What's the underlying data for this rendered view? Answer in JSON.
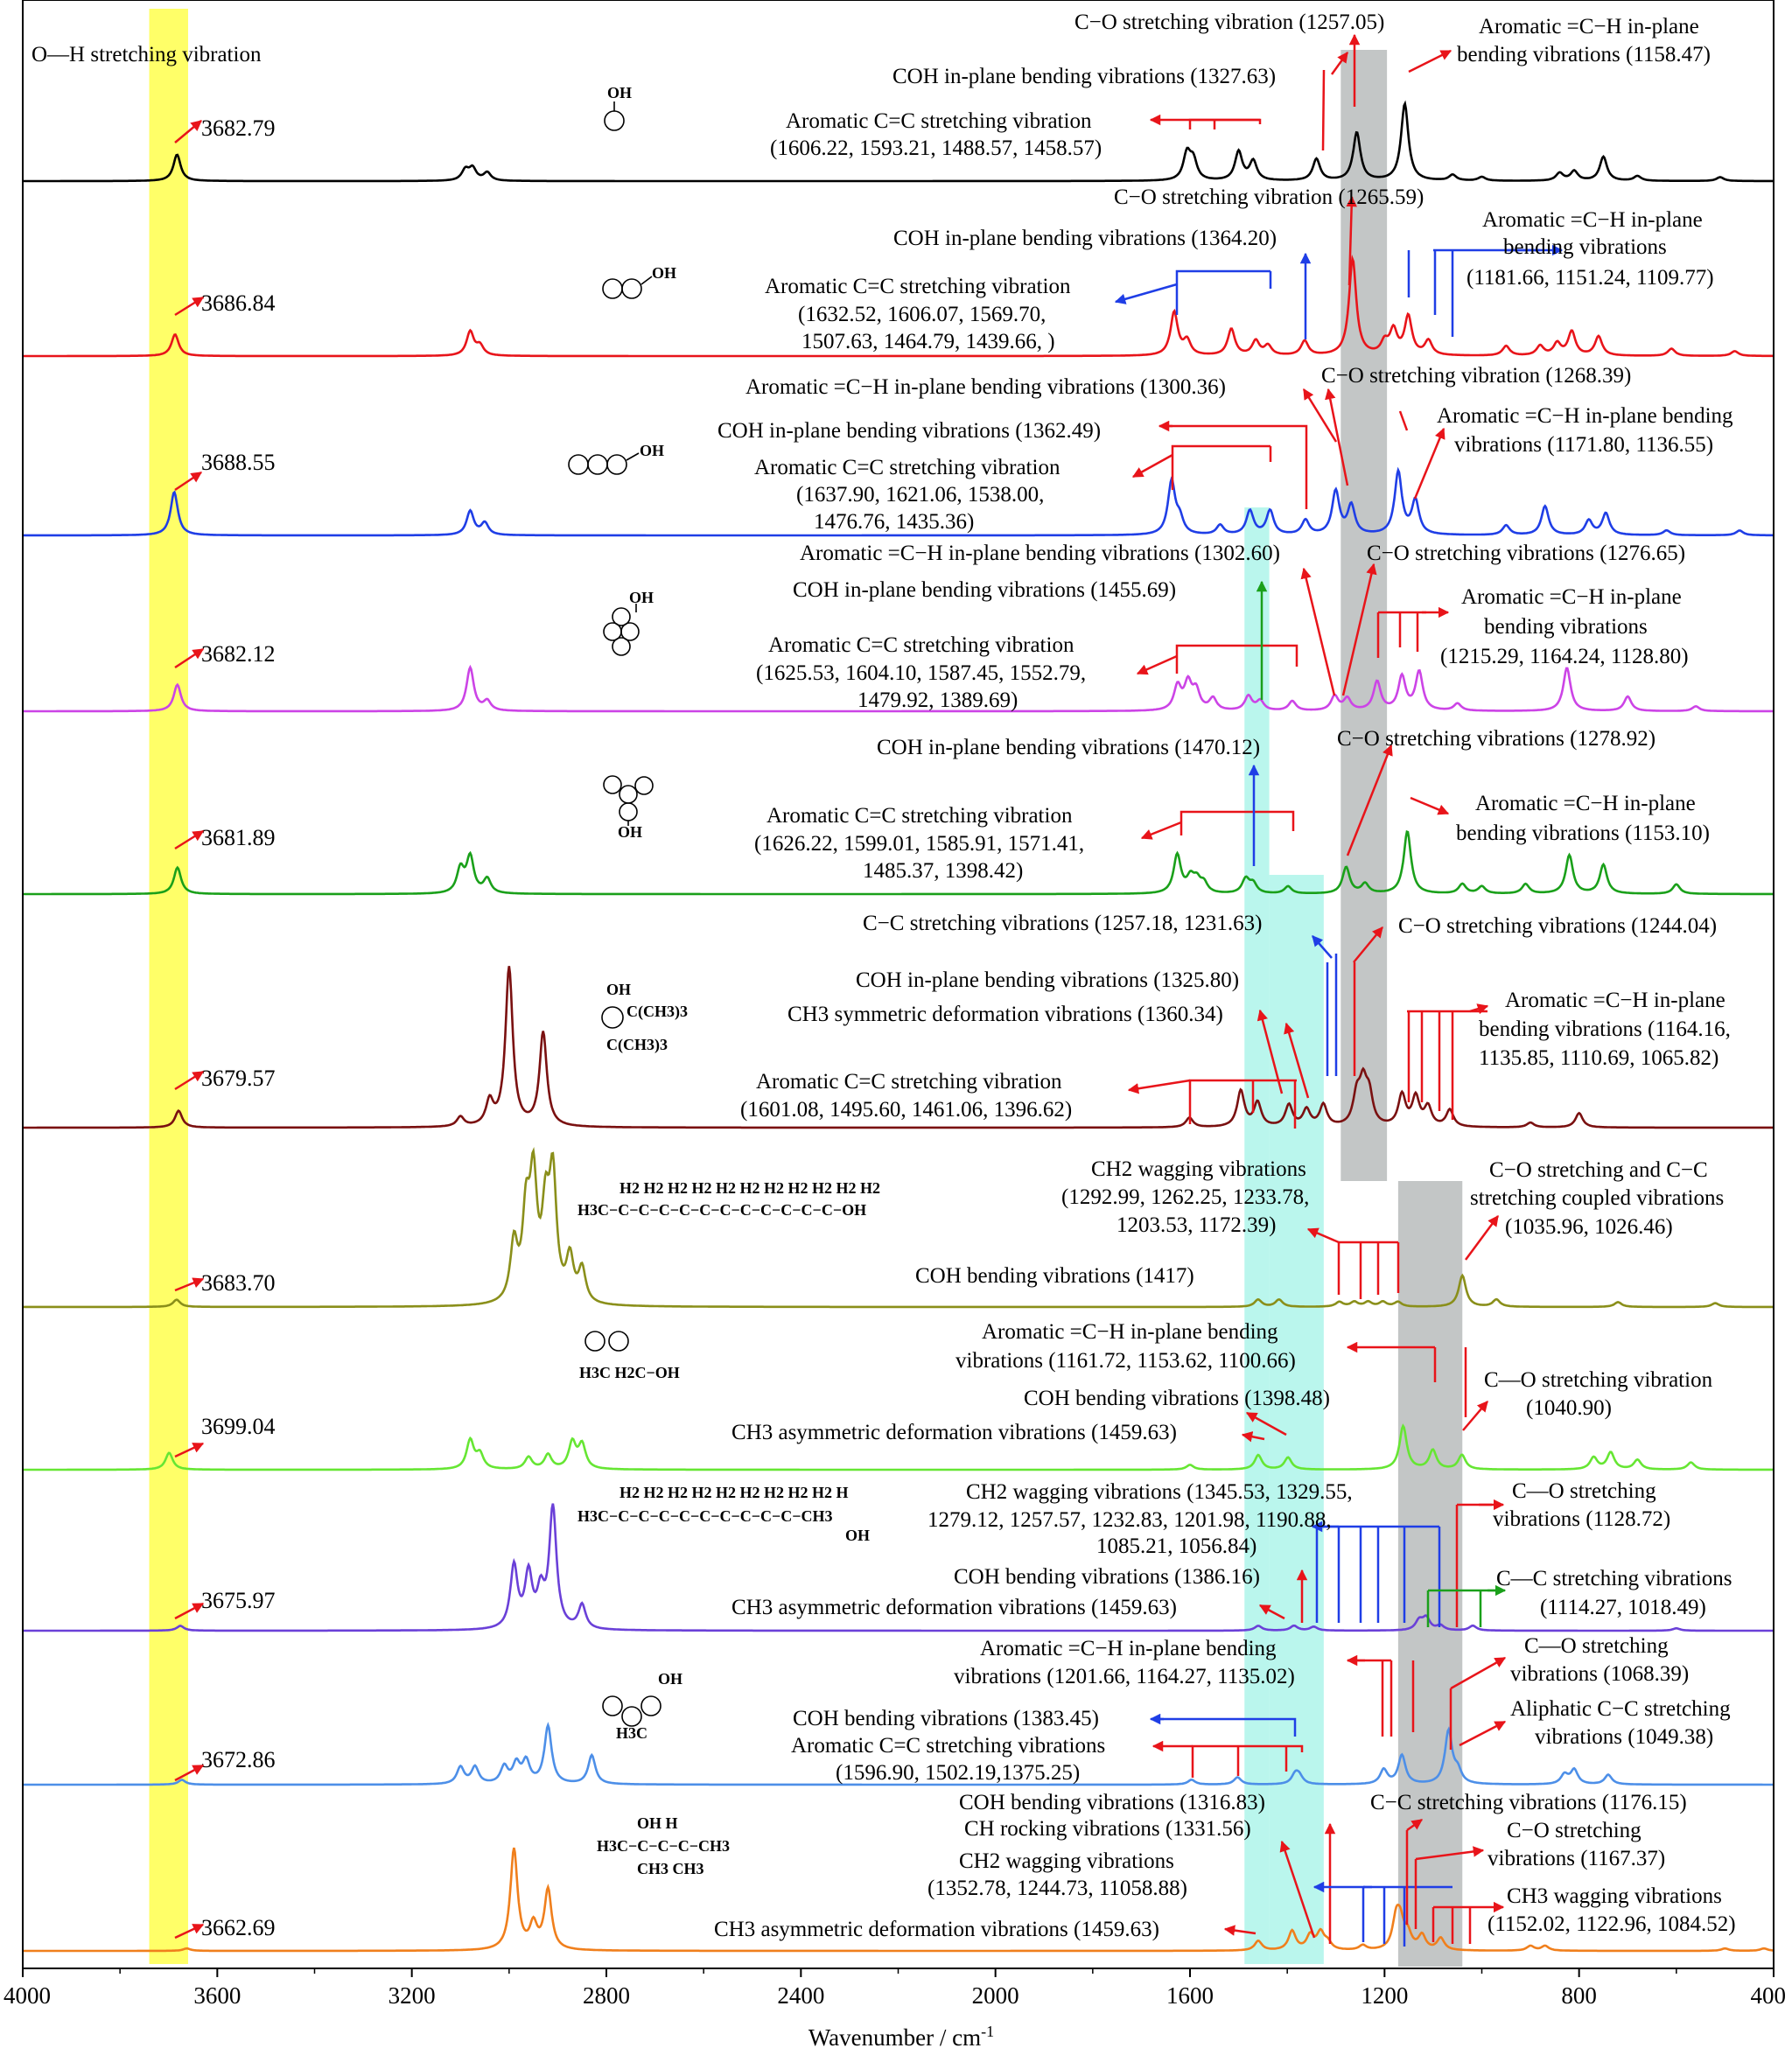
{
  "chart_data": {
    "type": "line",
    "xlabel": "Wavenumber / cm",
    "xlabel_sup": "-1",
    "xlim": [
      4000,
      400
    ],
    "x_reversed": true,
    "x_ticks": [
      4000,
      3600,
      3200,
      2800,
      2400,
      2000,
      1600,
      1200,
      800,
      400
    ],
    "highlight_bands": [
      {
        "from": 3740,
        "to": 3660,
        "color": "#ffff4d"
      },
      {
        "from": 1488,
        "to": 1437,
        "color": "#aef5ea",
        "stop_series": 9
      },
      {
        "from": 1437,
        "to": 1325,
        "color": "#aef5ea",
        "stop_series": 11
      },
      {
        "from": 1290,
        "to": 1195,
        "color": "#b8bcbc",
        "stop_series": 6
      },
      {
        "from": 1172,
        "to": 1040,
        "color": "#b8bcbc",
        "start_series": 6
      }
    ],
    "series": [
      {
        "color": "#000000",
        "peak_label": "3682.79",
        "molecule": "OH",
        "peaks": [
          [
            3682.79,
            0.55
          ],
          [
            3090,
            0.22
          ],
          [
            3075,
            0.25
          ],
          [
            3045,
            0.17
          ],
          [
            1606.22,
            0.55
          ],
          [
            1593.21,
            0.4
          ],
          [
            1500,
            0.6
          ],
          [
            1470,
            0.4
          ],
          [
            1340,
            0.45
          ],
          [
            1257.05,
            1.0
          ],
          [
            1158.47,
            1.6
          ],
          [
            1060,
            0.12
          ],
          [
            1000,
            0.08
          ],
          [
            840,
            0.16
          ],
          [
            810,
            0.2
          ],
          [
            750,
            0.5
          ],
          [
            680,
            0.1
          ],
          [
            510,
            0.08
          ]
        ]
      },
      {
        "color": "#e8141a",
        "peak_label": "3686.84",
        "molecule": "OH",
        "peaks": [
          [
            3686.84,
            0.45
          ],
          [
            3080,
            0.5
          ],
          [
            3060,
            0.2
          ],
          [
            1632.52,
            0.9
          ],
          [
            1606.07,
            0.3
          ],
          [
            1515,
            0.55
          ],
          [
            1464.79,
            0.3
          ],
          [
            1439.66,
            0.2
          ],
          [
            1364.2,
            0.3
          ],
          [
            1265.59,
            2.0
          ],
          [
            1200,
            0.25
          ],
          [
            1181.66,
            0.5
          ],
          [
            1151.24,
            0.8
          ],
          [
            1109.77,
            0.3
          ],
          [
            950,
            0.2
          ],
          [
            880,
            0.2
          ],
          [
            845,
            0.25
          ],
          [
            815,
            0.5
          ],
          [
            760,
            0.4
          ],
          [
            610,
            0.15
          ],
          [
            480,
            0.1
          ]
        ]
      },
      {
        "color": "#1f3ee6",
        "peak_label": "3688.55",
        "molecule": "OH",
        "peaks": [
          [
            3688.55,
            0.9
          ],
          [
            3080,
            0.5
          ],
          [
            3050,
            0.25
          ],
          [
            1637.9,
            1.1
          ],
          [
            1621.06,
            0.3
          ],
          [
            1538.0,
            0.2
          ],
          [
            1476.76,
            0.5
          ],
          [
            1435.36,
            0.5
          ],
          [
            1362.49,
            0.3
          ],
          [
            1300.36,
            0.9
          ],
          [
            1268.39,
            0.6
          ],
          [
            1171.8,
            1.3
          ],
          [
            1136.55,
            0.7
          ],
          [
            950,
            0.2
          ],
          [
            870,
            0.6
          ],
          [
            780,
            0.3
          ],
          [
            745,
            0.45
          ],
          [
            620,
            0.1
          ],
          [
            470,
            0.1
          ]
        ]
      },
      {
        "color": "#cc44e6",
        "peak_label": "3682.12",
        "molecule": "OH",
        "peaks": [
          [
            3682.12,
            0.55
          ],
          [
            3080,
            0.9
          ],
          [
            3045,
            0.2
          ],
          [
            1625.53,
            0.5
          ],
          [
            1604.1,
            0.55
          ],
          [
            1587.45,
            0.4
          ],
          [
            1552.79,
            0.25
          ],
          [
            1479.92,
            0.3
          ],
          [
            1455.69,
            0.2
          ],
          [
            1389.69,
            0.2
          ],
          [
            1302.6,
            0.3
          ],
          [
            1276.65,
            0.25
          ],
          [
            1215.29,
            0.6
          ],
          [
            1164.24,
            0.7
          ],
          [
            1128.8,
            0.8
          ],
          [
            1050,
            0.15
          ],
          [
            825,
            0.9
          ],
          [
            700,
            0.3
          ],
          [
            560,
            0.1
          ]
        ]
      },
      {
        "color": "#1aa01a",
        "peak_label": "3681.89",
        "molecule": "OH",
        "peaks": [
          [
            3681.89,
            0.55
          ],
          [
            3100,
            0.5
          ],
          [
            3080,
            0.75
          ],
          [
            3045,
            0.3
          ],
          [
            1626.22,
            0.8
          ],
          [
            1599.01,
            0.3
          ],
          [
            1585.91,
            0.25
          ],
          [
            1571.41,
            0.2
          ],
          [
            1485.37,
            0.3
          ],
          [
            1470.12,
            0.2
          ],
          [
            1398.42,
            0.15
          ],
          [
            1278.92,
            0.55
          ],
          [
            1240,
            0.2
          ],
          [
            1153.1,
            1.3
          ],
          [
            1040,
            0.2
          ],
          [
            1000,
            0.15
          ],
          [
            910,
            0.2
          ],
          [
            820,
            0.8
          ],
          [
            750,
            0.6
          ],
          [
            600,
            0.2
          ]
        ]
      },
      {
        "color": "#7a1010",
        "peak_label": "3679.57",
        "molecule": "OH",
        "peaks": [
          [
            3679.57,
            0.35
          ],
          [
            3100,
            0.2
          ],
          [
            3040,
            0.5
          ],
          [
            3000,
            3.3
          ],
          [
            2930,
            1.95
          ],
          [
            1601.08,
            0.2
          ],
          [
            1495.6,
            0.75
          ],
          [
            1461.06,
            0.5
          ],
          [
            1396.62,
            0.45
          ],
          [
            1360.34,
            0.35
          ],
          [
            1325.8,
            0.45
          ],
          [
            1257.18,
            0.6
          ],
          [
            1244.04,
            0.8
          ],
          [
            1231.63,
            0.6
          ],
          [
            1164.16,
            0.65
          ],
          [
            1135.85,
            0.6
          ],
          [
            1110.69,
            0.4
          ],
          [
            1065.82,
            0.35
          ],
          [
            900,
            0.1
          ],
          [
            800,
            0.3
          ]
        ]
      },
      {
        "color": "#8a8f1a",
        "peak_label": "3683.70",
        "molecule": "OH",
        "peaks": [
          [
            3683.7,
            0.15
          ],
          [
            2990,
            1.2
          ],
          [
            2965,
            1.7
          ],
          [
            2950,
            2.4
          ],
          [
            2925,
            1.7
          ],
          [
            2910,
            2.5
          ],
          [
            2875,
            0.9
          ],
          [
            2850,
            0.7
          ],
          [
            1460,
            0.15
          ],
          [
            1417,
            0.15
          ],
          [
            1292.99,
            0.1
          ],
          [
            1262.25,
            0.1
          ],
          [
            1233.78,
            0.1
          ],
          [
            1203.53,
            0.1
          ],
          [
            1172.39,
            0.1
          ],
          [
            1040,
            0.65
          ],
          [
            970,
            0.15
          ],
          [
            720,
            0.1
          ],
          [
            520,
            0.08
          ]
        ]
      },
      {
        "color": "#66e633",
        "peak_label": "3699.04",
        "molecule": "OH",
        "peaks": [
          [
            3699.04,
            0.35
          ],
          [
            3080,
            0.6
          ],
          [
            3060,
            0.3
          ],
          [
            2960,
            0.25
          ],
          [
            2920,
            0.3
          ],
          [
            2870,
            0.55
          ],
          [
            2850,
            0.5
          ],
          [
            1600,
            0.1
          ],
          [
            1459.63,
            0.3
          ],
          [
            1398.48,
            0.25
          ],
          [
            1161.72,
            0.9
          ],
          [
            1100.66,
            0.4
          ],
          [
            1040.9,
            0.3
          ],
          [
            770,
            0.25
          ],
          [
            735,
            0.35
          ],
          [
            680,
            0.2
          ],
          [
            570,
            0.15
          ]
        ]
      },
      {
        "color": "#6a40d8",
        "peak_label": "3675.97",
        "molecule": "OH",
        "peaks": [
          [
            3675.97,
            0.1
          ],
          [
            2990,
            1.3
          ],
          [
            2960,
            1.1
          ],
          [
            2935,
            0.7
          ],
          [
            2910,
            2.5
          ],
          [
            2850,
            0.5
          ],
          [
            1459.63,
            0.1
          ],
          [
            1386.16,
            0.1
          ],
          [
            1345.53,
            0.08
          ],
          [
            1128.72,
            0.2
          ],
          [
            1114.27,
            0.25
          ],
          [
            1085.21,
            0.1
          ],
          [
            1018.49,
            0.1
          ],
          [
            600,
            0.05
          ]
        ]
      },
      {
        "color": "#4d8fe8",
        "peak_label": "3672.86",
        "molecule": "OH",
        "peaks": [
          [
            3672.86,
            0.1
          ],
          [
            3100,
            0.35
          ],
          [
            3070,
            0.35
          ],
          [
            3010,
            0.35
          ],
          [
            2985,
            0.4
          ],
          [
            2965,
            0.45
          ],
          [
            2920,
            1.2
          ],
          [
            2830,
            0.6
          ],
          [
            1596.9,
            0.1
          ],
          [
            1502.19,
            0.15
          ],
          [
            1383.45,
            0.2
          ],
          [
            1375.25,
            0.15
          ],
          [
            1201.66,
            0.3
          ],
          [
            1164.27,
            0.6
          ],
          [
            1068.39,
            1.1
          ],
          [
            1049.38,
            0.25
          ],
          [
            830,
            0.2
          ],
          [
            810,
            0.3
          ],
          [
            740,
            0.2
          ]
        ]
      },
      {
        "color": "#f07f1c",
        "peak_label": "3662.69",
        "molecule": "OH",
        "peaks": [
          [
            3662.69,
            0.05
          ],
          [
            2990,
            2.1
          ],
          [
            2950,
            0.5
          ],
          [
            2920,
            1.25
          ],
          [
            1459.63,
            0.2
          ],
          [
            1390,
            0.4
          ],
          [
            1352.78,
            0.3
          ],
          [
            1331.56,
            0.35
          ],
          [
            1316.83,
            0.15
          ],
          [
            1244.73,
            0.1
          ],
          [
            1176.15,
            0.6
          ],
          [
            1167.37,
            0.5
          ],
          [
            1152.02,
            0.3
          ],
          [
            1122.96,
            0.3
          ],
          [
            1084.52,
            0.25
          ],
          [
            900,
            0.1
          ],
          [
            870,
            0.1
          ],
          [
            500,
            0.05
          ],
          [
            420,
            0.05
          ]
        ]
      }
    ]
  },
  "annotations": {
    "oh_band": "O—H stretching vibration",
    "s1_co": "C−O stretching vibration (1257.05)",
    "s1_ch_l1": "Aromatic =C−H in-plane",
    "s1_ch_l2": "bending vibrations (1158.47)",
    "s1_coh": "COH in-plane bending vibrations (1327.63)",
    "s1_cc_l1": "Aromatic C=C stretching vibration",
    "s1_cc_l2": "(1606.22, 1593.21, 1488.57, 1458.57)",
    "s2_co": "C−O stretching vibration (1265.59)",
    "s2_coh": "COH in-plane bending vibrations (1364.20)",
    "s2_ch_l1": "Aromatic =C−H in-plane",
    "s2_ch_l2": "bending vibrations",
    "s2_ch_l3": "(1181.66, 1151.24, 1109.77)",
    "s2_cc_l1": "Aromatic C=C stretching vibration",
    "s2_cc_l2": "(1632.52, 1606.07, 1569.70,",
    "s2_cc_l3": "1507.63, 1464.79, 1439.66, )",
    "s3_ch1": "Aromatic =C−H in-plane bending vibrations (1300.36)",
    "s3_co": "C−O stretching vibration (1268.39)",
    "s3_coh": "COH in-plane bending vibrations (1362.49)",
    "s3_ch2_l1": "Aromatic =C−H in-plane bending",
    "s3_ch2_l2": "vibrations (1171.80, 1136.55)",
    "s3_cc_l1": "Aromatic C=C stretching vibration",
    "s3_cc_l2": "(1637.90, 1621.06, 1538.00,",
    "s3_cc_l3": "1476.76, 1435.36)",
    "s4_ch1": "Aromatic =C−H in-plane bending vibrations (1302.60)",
    "s4_co": "C−O stretching vibrations (1276.65)",
    "s4_coh": "COH in-plane bending vibrations (1455.69)",
    "s4_ch2_l1": "Aromatic =C−H in-plane",
    "s4_ch2_l2": "bending vibrations",
    "s4_ch2_l3": "(1215.29, 1164.24, 1128.80)",
    "s4_cc_l1": "Aromatic C=C stretching vibration",
    "s4_cc_l2": "(1625.53, 1604.10, 1587.45, 1552.79,",
    "s4_cc_l3": "1479.92, 1389.69)",
    "s5_coh": "COH in-plane bending vibrations (1470.12)",
    "s5_co": "C−O stretching vibrations (1278.92)",
    "s5_ch_l1": "Aromatic =C−H in-plane",
    "s5_ch_l2": "bending vibrations (1153.10)",
    "s5_cc_l1": "Aromatic C=C stretching vibration",
    "s5_cc_l2": "(1626.22, 1599.01, 1585.91, 1571.41,",
    "s5_cc_l3": "1485.37, 1398.42)",
    "s6_cc": "C−C stretching vibrations (1257.18, 1231.63)",
    "s6_co": "C−O stretching vibrations (1244.04)",
    "s6_coh": "COH in-plane bending vibrations (1325.80)",
    "s6_ch3": "CH3 symmetric deformation vibrations (1360.34)",
    "s6_ch_l1": "Aromatic =C−H in-plane",
    "s6_ch_l2": "bending vibrations (1164.16,",
    "s6_ch_l3": "1135.85, 1110.69, 1065.82)",
    "s6_arcc_l1": "Aromatic C=C stretching vibration",
    "s6_arcc_l2": "(1601.08, 1495.60, 1461.06, 1396.62)",
    "s7_ch2_l1": "CH2 wagging vibrations",
    "s7_ch2_l2": "(1292.99, 1262.25, 1233.78,",
    "s7_ch2_l3": "1203.53, 1172.39)",
    "s7_cocc_l1": "C−O stretching and C−C",
    "s7_cocc_l2": "stretching coupled vibrations",
    "s7_cocc_l3": "(1035.96, 1026.46)",
    "s7_coh": "COH bending vibrations (1417)",
    "s8_ch_l1": "Aromatic =C−H in-plane bending",
    "s8_ch_l2": "vibrations (1161.72, 1153.62, 1100.66)",
    "s8_coh": "COH bending vibrations (1398.48)",
    "s8_co_l1": "C—O stretching vibration",
    "s8_co_l2": "(1040.90)",
    "s8_ch3": "CH3 asymmetric deformation vibrations (1459.63)",
    "s9_ch2_l1": "CH2 wagging vibrations (1345.53, 1329.55,",
    "s9_ch2_l2": "1279.12, 1257.57, 1232.83, 1201.98, 1190.88,",
    "s9_ch2_l3": "1085.21, 1056.84)",
    "s9_co_l1": "C—O stretching",
    "s9_co_l2": "vibrations (1128.72)",
    "s9_coh": "COH bending vibrations (1386.16)",
    "s9_cc_l1": "C—C stretching vibrations",
    "s9_cc_l2": "(1114.27, 1018.49)",
    "s9_ch3": "CH3 asymmetric deformation vibrations (1459.63)",
    "s10_ch_l1": "Aromatic =C−H in-plane bending",
    "s10_ch_l2": "vibrations (1201.66, 1164.27, 1135.02)",
    "s10_co_l1": "C—O stretching",
    "s10_co_l2": "vibrations (1068.39)",
    "s10_alcc_l1": "Aliphatic C−C stretching",
    "s10_alcc_l2": "vibrations (1049.38)",
    "s10_coh": "COH bending vibrations (1383.45)",
    "s10_arcc_l1": "Aromatic C=C stretching vibrations",
    "s10_arcc_l2": "(1596.90, 1502.19,1375.25)",
    "s11_coh": "COH bending vibrations (1316.83)",
    "s11_cc": "C−C stretching vibrations (1176.15)",
    "s11_chr": "CH rocking vibrations (1331.56)",
    "s11_co_l1": "C−O stretching",
    "s11_co_l2": "vibrations (1167.37)",
    "s11_ch2_l1": "CH2 wagging vibrations",
    "s11_ch2_l2": "(1352.78, 1244.73, 11058.88)",
    "s11_ch3w_l1": "CH3 wagging vibrations",
    "s11_ch3w_l2": "(1152.02, 1122.96, 1084.52)",
    "s11_ch3": "CH3 asymmetric deformation vibrations (1459.63)"
  },
  "molecules": {
    "m6_a": "C(CH3)3",
    "m6_b": "C(CH3)3",
    "m7": "H3C−C−C−C−C−C−C−C−C−C−C−C−OH",
    "m7_h": "H2  H2  H2  H2  H2  H2  H2  H2  H2  H2  H2",
    "m8": "H3C  H2C−OH",
    "m9": "H3C−C−C−C−C−C−C−C−C−C−CH3",
    "m9_h": "H2  H2  H2  H2  H2  H2  H2  H2  H2  H",
    "m9_oh": "OH",
    "m10": "H3C",
    "m11_top": "OH    H",
    "m11": "H3C−C−C−C−CH3",
    "m11_bot": "CH3    CH3"
  }
}
